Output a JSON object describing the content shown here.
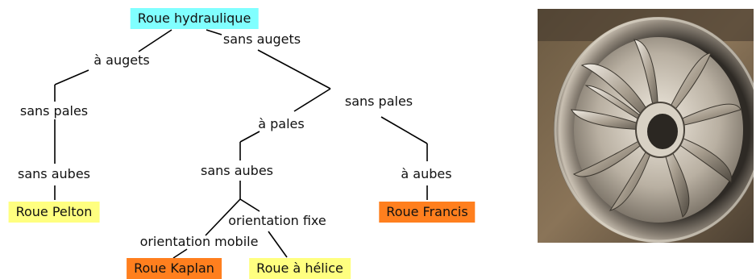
{
  "diagram": {
    "root": "Roue hydraulique",
    "branches": {
      "with_buckets": "à augets",
      "without_buckets": "sans augets",
      "no_blades_left": "sans pales",
      "no_vanes_left": "sans aubes",
      "no_blades_right": "sans pales",
      "with_blades": "à pales",
      "no_vanes_mid": "sans aubes",
      "with_vanes": "à aubes",
      "fixed_orientation": "orientation fixe",
      "mobile_orientation": "orientation mobile"
    },
    "leaves": {
      "pelton": "Roue Pelton",
      "kaplan": "Roue Kaplan",
      "helice": "Roue à hélice",
      "francis": "Roue Francis"
    }
  },
  "colors": {
    "root": "#80ffff",
    "yellow_leaf": "#ffff80",
    "orange_leaf": "#ff7f1e",
    "line": "#000000"
  },
  "photo": {
    "subject": "turbine-runner-icon"
  }
}
